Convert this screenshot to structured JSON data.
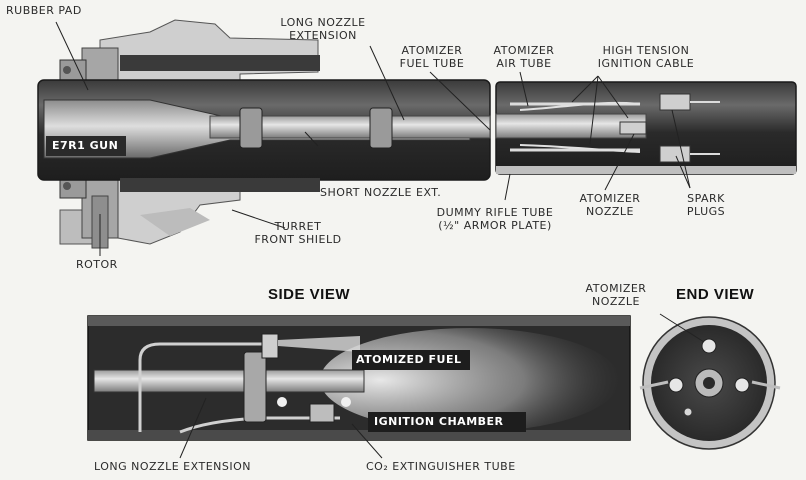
{
  "labels": {
    "rubber_pad": "RUBBER PAD",
    "long_nozzle_extension_top": [
      "LONG NOZZLE",
      "EXTENSION"
    ],
    "atomizer_fuel_tube": [
      "ATOMIZER",
      "FUEL TUBE"
    ],
    "atomizer_air_tube": [
      "ATOMIZER",
      "AIR TUBE"
    ],
    "high_tension_ignition_cable": [
      "HIGH TENSION",
      "IGNITION CABLE"
    ],
    "gun": "E7R1 GUN",
    "short_nozzle_ext": "SHORT NOZZLE EXT.",
    "turret_front_shield": [
      "TURRET",
      "FRONT SHIELD"
    ],
    "rotor": "ROTOR",
    "dummy_rifle_tube": [
      "DUMMY RIFLE TUBE",
      "(½\" ARMOR PLATE)"
    ],
    "atomizer_nozzle": [
      "ATOMIZER",
      "NOZZLE"
    ],
    "spark_plugs": [
      "SPARK",
      "PLUGS"
    ],
    "atomized_fuel": "ATOMIZED FUEL",
    "ignition_chamber": "IGNITION CHAMBER",
    "long_nozzle_extension_bottom": "LONG NOZZLE EXTENSION",
    "co2_extinguisher_tube": "CO₂ EXTINGUISHER TUBE",
    "end_view_atomizer_nozzle": [
      "ATOMIZER",
      "NOZZLE"
    ]
  },
  "headings": {
    "side_view": "SIDE VIEW",
    "end_view": "END VIEW"
  },
  "colors": {
    "background": "#f4f4f1",
    "dark": "#2e2e2e",
    "medium": "#8a8a8a",
    "light": "#d2d2d2",
    "ink": "#2b2b2b"
  }
}
